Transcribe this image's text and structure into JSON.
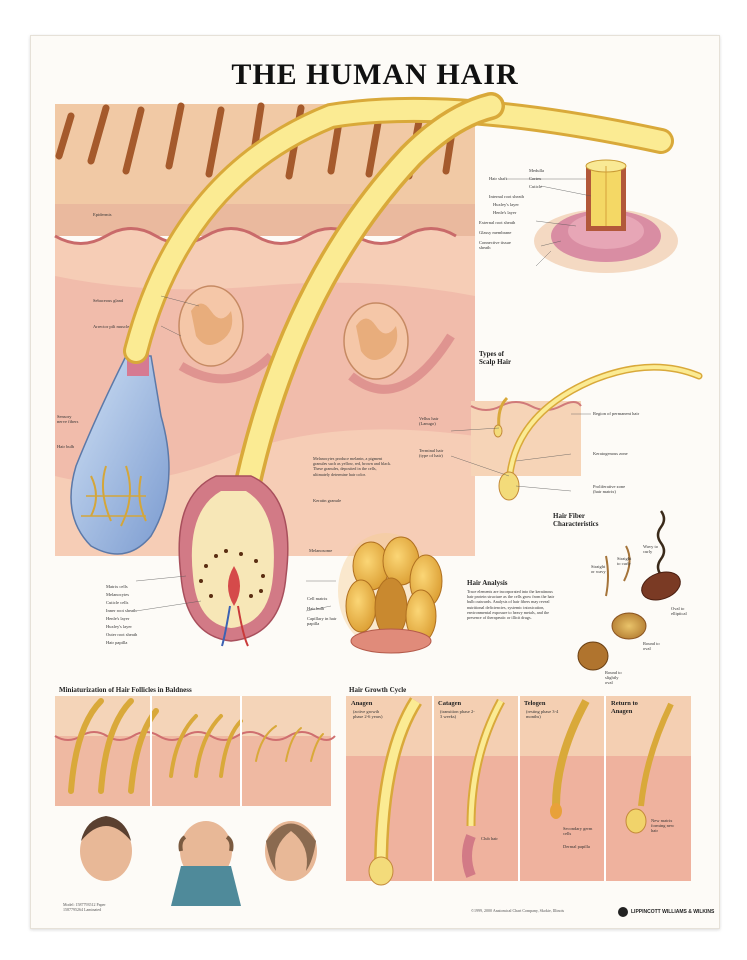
{
  "poster": {
    "title": "THE HUMAN HAIR"
  },
  "main_labels": {
    "hair_shaft": "Hair shaft",
    "medulla": "Medulla",
    "cortex": "Cortex",
    "cuticle": "Cuticle",
    "internal_root_sheath": "Internal root sheath",
    "huxleys_layer": "Huxley's layer",
    "henles_layer": "Henle's layer",
    "external_root_sheath": "External root sheath",
    "glassy_membrane": "Glassy membrane",
    "connective_tissue_sheath": "Connective tissue sheath",
    "epidermis": "Epidermis",
    "sebaceous_gland": "Sebaceous gland",
    "arrector_pili": "Arrector pili muscle",
    "sensory_nerve": "Sensory nerve fibers",
    "hair_bulb": "Hair bulb",
    "matrix_cells": "Matrix cells",
    "melanocytes": "Melanocytes",
    "cuticle_cells": "Cuticle cells",
    "inner_root_sheath": "Inner root sheath",
    "henles_layer_2": "Henle's layer",
    "huxleys_layer_2": "Huxley's layer",
    "outer_root_sheath": "Outer root sheath",
    "hair_papilla": "Hair papilla",
    "cell_matrix": "Cell matrix",
    "hair_bulb_2": "Hair bulb",
    "capillary": "Capillary in hair papilla",
    "melanocyte_note": "Melanocytes produce melanin, a pigment granules such as yellow, red, brown and black. These granules, deposited in the cells, ultimately determine hair color.",
    "keratin_granule": "Keratin granule",
    "melanosome": "Melanosome"
  },
  "types_section": {
    "heading_1": "Types of",
    "heading_2": "Scalp Hair",
    "vellus": "Vellus hair (Lanugo)",
    "terminal": "Terminal hair (type of hair)",
    "region_pigmented": "Region of permanent hair",
    "keratogenous": "Keratogenous zone",
    "proliferative": "Proliferative zone (hair matrix)"
  },
  "analysis": {
    "heading": "Hair Analysis",
    "text": "Trace elements are incorporated into the keratinous hair protein structure as the cells grow from the hair bulb outwards. Analysis of hair fibers may reveal nutritional deficiencies, systemic intoxication, environmental exposure to heavy metals, and the presence of therapeutic or illicit drugs."
  },
  "fiber": {
    "heading_1": "Hair Fiber",
    "heading_2": "Characteristics",
    "straight_wavy": "Straight or wavy",
    "straight_curly": "Straight to curly",
    "wavy_curly": "Wavy to curly",
    "oval_elliptical": "Oval to elliptical",
    "round_oval": "Round to oval",
    "round_slightly_oval": "Round to slightly oval"
  },
  "miniaturization": {
    "heading": "Miniaturization of Hair Follicles in Baldness"
  },
  "growth_cycle": {
    "heading": "Hair Growth Cycle",
    "stages": [
      {
        "name": "Anagen",
        "sub": "(active growth phase 2-6 years)"
      },
      {
        "name": "Catagen",
        "sub": "(transition phase 2-3 weeks)"
      },
      {
        "name": "Telogen",
        "sub": "(resting phase 3-4 months)"
      },
      {
        "name": "Return to",
        "name2": "Anagen",
        "sub": ""
      }
    ],
    "club_hair": "Club hair",
    "secondary_germ": "Secondary germ cells",
    "dermal_papilla": "Dermal papilla",
    "new_matrix": "New matrix forming new hair"
  },
  "footer": {
    "copyright": "©1999, 2000 Anatomical Chart Company, Skokie, Illinois",
    "brand": "LIPPINCOTT WILLIAMS & WILKINS",
    "model": "Model: 1587793512 Paper 1587795264 Laminated"
  },
  "colors": {
    "skin": "#f2c7a4",
    "dermis": "#e9a8a0",
    "hair_yellow": "#f6e27a",
    "hair_outline": "#d9a93a",
    "brown_hair": "#b06a3a",
    "sheath_pink": "#d9858c",
    "bulb_blue": "#a7bfe0"
  }
}
